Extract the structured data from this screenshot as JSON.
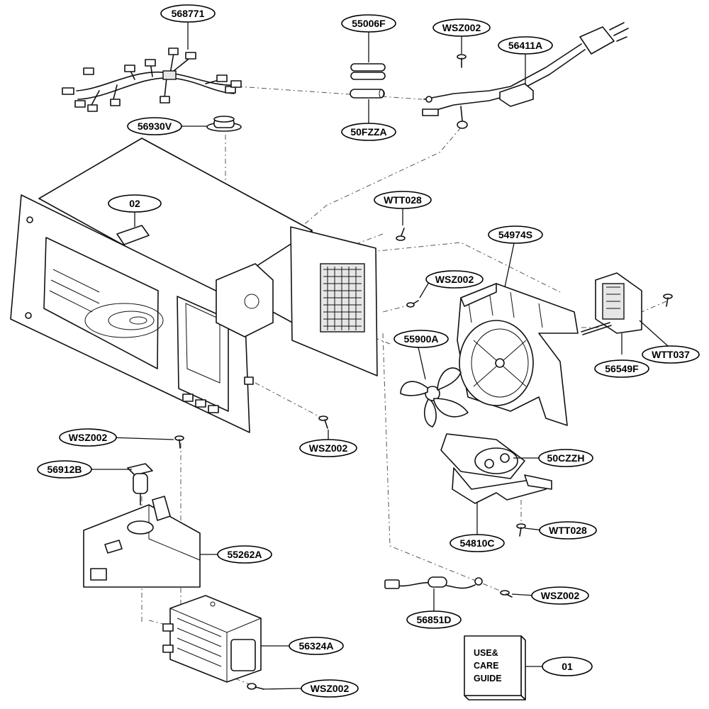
{
  "diagram": {
    "parts": [
      {
        "id": "harness",
        "label": "568771"
      },
      {
        "id": "fuse-pair",
        "label": "55006F"
      },
      {
        "id": "screw-top",
        "label": "WSZ002"
      },
      {
        "id": "power-cord",
        "label": "56411A"
      },
      {
        "id": "thermostat",
        "label": "56930V"
      },
      {
        "id": "fuse",
        "label": "50FZZA"
      },
      {
        "id": "cavity",
        "label": "02"
      },
      {
        "id": "screw-wtt-top",
        "label": "WTT028"
      },
      {
        "id": "fan-bracket",
        "label": "54974S"
      },
      {
        "id": "screw-mid",
        "label": "WSZ002"
      },
      {
        "id": "fan-blade",
        "label": "55900A"
      },
      {
        "id": "screw-wtt037",
        "label": "WTT037"
      },
      {
        "id": "fan-motor",
        "label": "56549F"
      },
      {
        "id": "screw-left",
        "label": "WSZ002"
      },
      {
        "id": "screw-center",
        "label": "WSZ002"
      },
      {
        "id": "thermal-fuse",
        "label": "56912B"
      },
      {
        "id": "capacitor",
        "label": "50CZZH"
      },
      {
        "id": "screw-wtt-bottom",
        "label": "WTT028"
      },
      {
        "id": "cap-bracket",
        "label": "54810C"
      },
      {
        "id": "duct",
        "label": "55262A"
      },
      {
        "id": "screw-lower-right",
        "label": "WSZ002"
      },
      {
        "id": "noise-filter",
        "label": "56851D"
      },
      {
        "id": "magnetron",
        "label": "56324A"
      },
      {
        "id": "screw-bottom",
        "label": "WSZ002"
      },
      {
        "id": "manual-ref",
        "label": "01"
      }
    ],
    "manual": {
      "line1": "USE&",
      "line2": "CARE",
      "line3": "GUIDE"
    }
  }
}
